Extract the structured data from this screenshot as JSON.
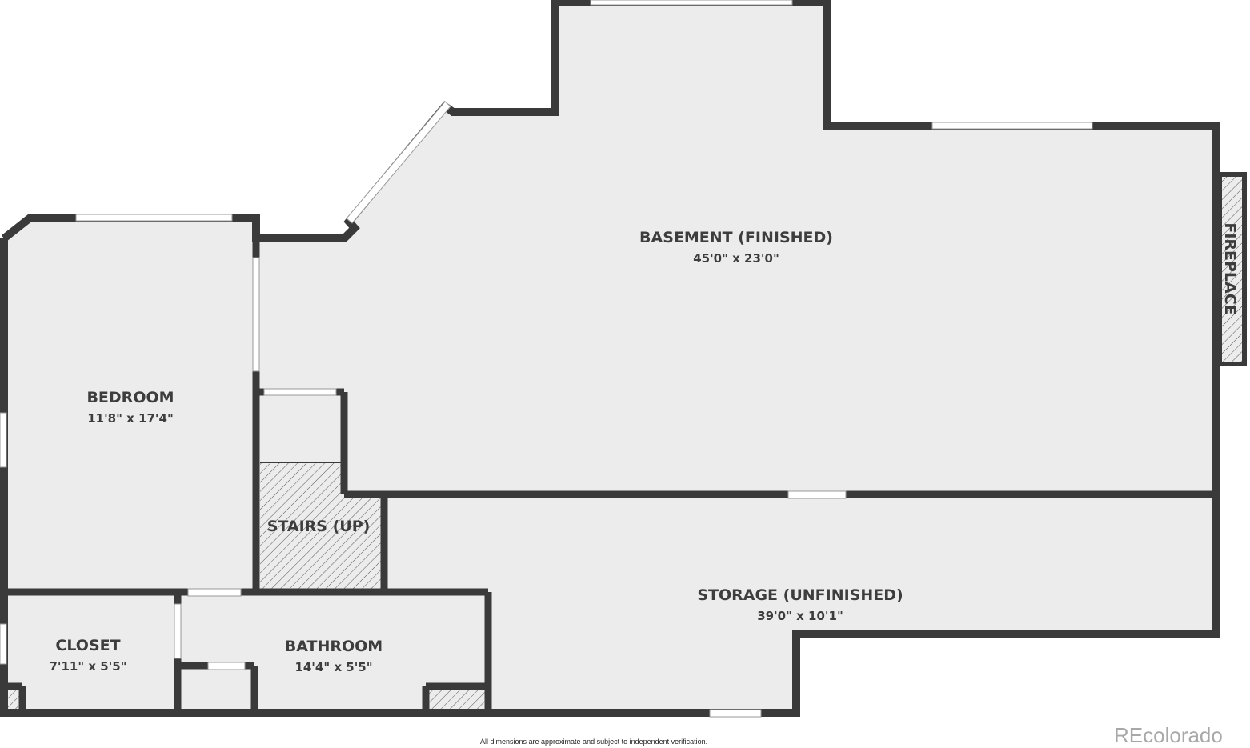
{
  "rooms": [
    {
      "name": "BASEMENT (FINISHED)",
      "dims": "45'0\" x 23'0\""
    },
    {
      "name": "BEDROOM",
      "dims": "11'8\" x 17'4\""
    },
    {
      "name": "STAIRS (UP)"
    },
    {
      "name": "STORAGE (UNFINISHED)",
      "dims": "39'0\" x 10'1\""
    },
    {
      "name": "CLOSET",
      "dims": "7'11\" x 5'5\""
    },
    {
      "name": "BATHROOM",
      "dims": "14'4\" x 5'5\""
    }
  ],
  "fireplace_label": "FIREPLACE",
  "disclaimer": "All dimensions are approximate and subject to independent verification.",
  "logo": "REcolorado",
  "colors": {
    "wall": "#3a3a3a",
    "floor": "#ececec",
    "window": "#ffffff"
  }
}
